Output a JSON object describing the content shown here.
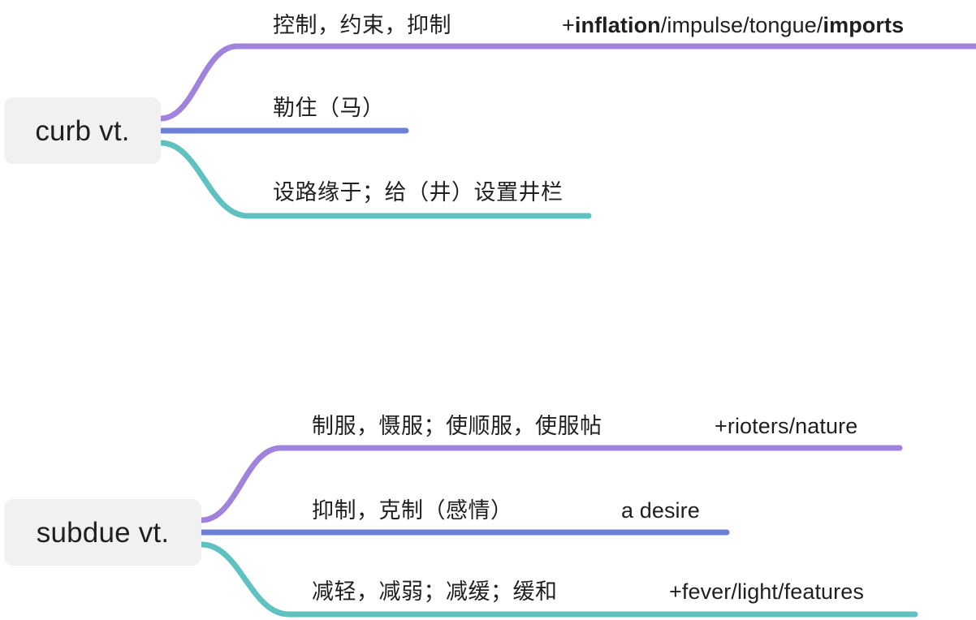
{
  "colors": {
    "purple": "#a183dd",
    "blue": "#6d80d8",
    "teal": "#5fc2c0",
    "node_bg": "#f1f1f2",
    "text": "#1f1f1f",
    "page_bg": "#ffffff"
  },
  "mindmap": {
    "groups": [
      {
        "id": "curb",
        "root_label": "curb vt.",
        "branches": [
          {
            "color_name": "purple",
            "definition": "控制，约束，抑制",
            "example_plain": "+inflation/impulse/tongue/imports",
            "example_parts": [
              {
                "text": "+",
                "bold": false
              },
              {
                "text": "inflation",
                "bold": true
              },
              {
                "text": "/impulse/tongue/",
                "bold": false
              },
              {
                "text": "imports",
                "bold": true
              }
            ]
          },
          {
            "color_name": "blue",
            "definition": "勒住（马）",
            "example_plain": "",
            "example_parts": []
          },
          {
            "color_name": "teal",
            "definition": "设路缘于；给（井）设置井栏",
            "example_plain": "",
            "example_parts": []
          }
        ]
      },
      {
        "id": "subdue",
        "root_label": "subdue vt.",
        "branches": [
          {
            "color_name": "purple",
            "definition": "制服，慑服；使顺服，使服帖",
            "example_plain": "+rioters/nature",
            "example_parts": [
              {
                "text": "+rioters/nature",
                "bold": false
              }
            ]
          },
          {
            "color_name": "blue",
            "definition": "抑制，克制（感情）",
            "example_plain": "a desire",
            "example_parts": [
              {
                "text": "a desire",
                "bold": false
              }
            ]
          },
          {
            "color_name": "teal",
            "definition": "减轻，减弱；减缓；缓和",
            "example_plain": "+fever/light/features",
            "example_parts": [
              {
                "text": "+fever/light/features",
                "bold": false
              }
            ]
          }
        ]
      }
    ]
  }
}
